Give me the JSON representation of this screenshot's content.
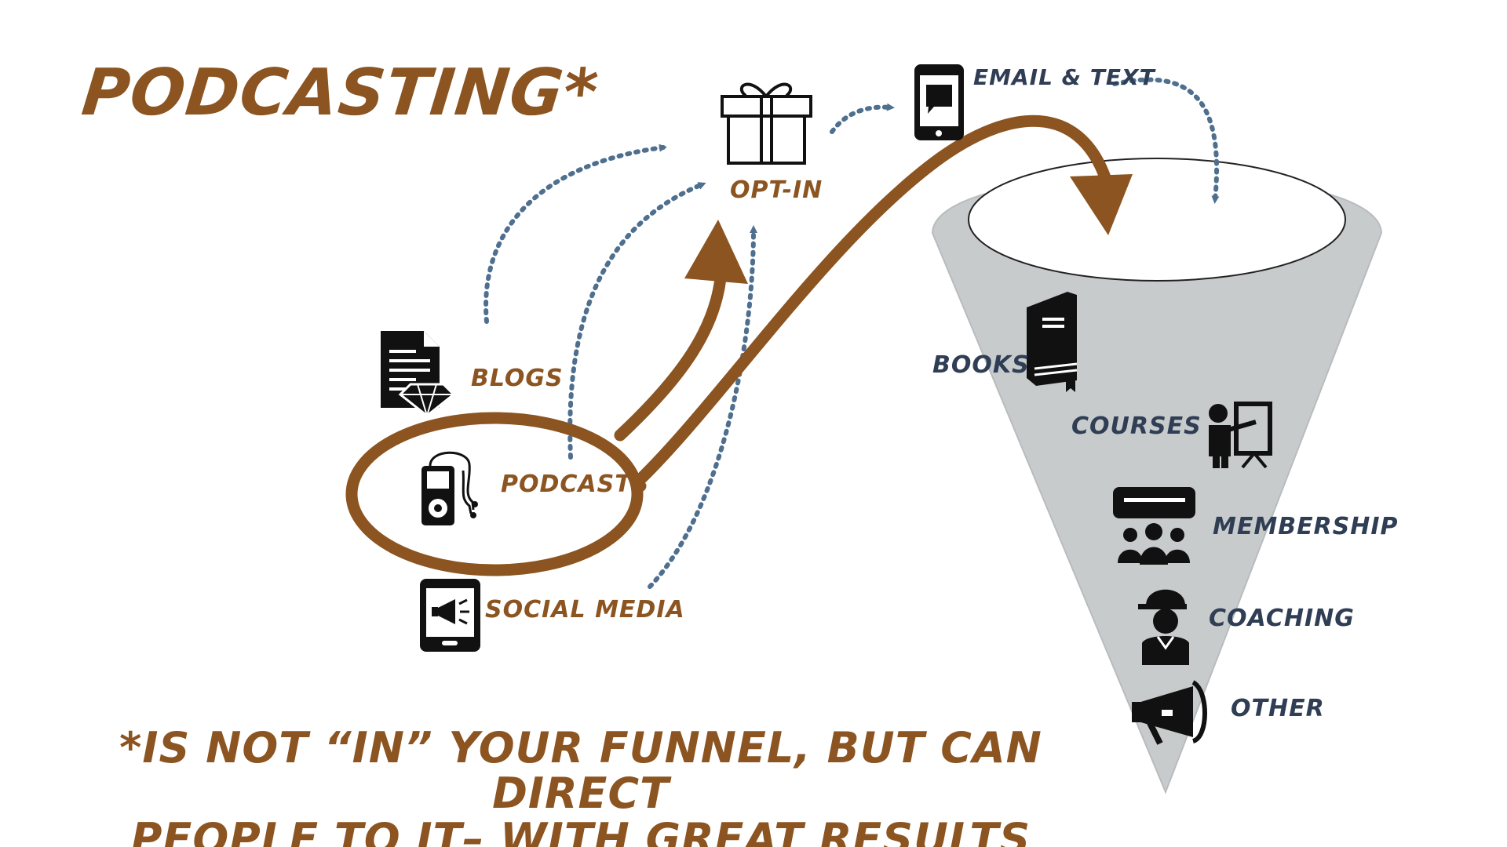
{
  "title": "PODCASTING*",
  "footnote": {
    "line1": "*IS NOT “IN” YOUR FUNNEL, BUT CAN DIRECT",
    "line2": "PEOPLE TO IT– WITH GREAT RESULTS"
  },
  "sources": {
    "blogs": "BLOGS",
    "podcasts": "PODCASTS",
    "social_media": "SOCIAL MEDIA"
  },
  "steps": {
    "opt_in": "OPT-IN",
    "email_text": "EMAIL & TEXT"
  },
  "funnel_items": {
    "books": "BOOKS",
    "courses": "COURSES",
    "membership": "MEMBERSHIP",
    "coaching": "COACHING",
    "other": "OTHER"
  },
  "colors": {
    "brown": "#8B5420",
    "navy": "#2F3E55",
    "dotted_arrow": "#4F6F8F",
    "funnel_fill": "#C8CBCC"
  },
  "icons": [
    "document-icon",
    "mp3-player-icon",
    "phone-megaphone-icon",
    "gift-icon",
    "phone-message-icon",
    "book-icon",
    "presenter-icon",
    "group-chat-icon",
    "worker-icon",
    "megaphone-icon"
  ]
}
